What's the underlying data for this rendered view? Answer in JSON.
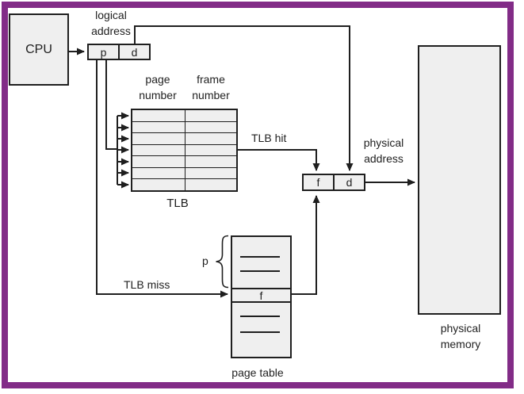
{
  "figure": {
    "name": "paging hardware with TLB",
    "colors": {
      "frame": "#822c87",
      "line": "#1f1f1f",
      "box_fill": "#efefef",
      "background": "#ffffff"
    },
    "cpu_label": "CPU",
    "logical_address_label": "logical\naddress",
    "logical_address_fields": {
      "p": "p",
      "d": "d"
    },
    "tlb": {
      "label": "TLB",
      "page_header": "page\nnumber",
      "frame_header": "frame\nnumber",
      "rows": 7
    },
    "tlb_hit_label": "TLB hit",
    "tlb_miss_label": "TLB miss",
    "physical_address_label": "physical\naddress",
    "physical_address_fields": {
      "f": "f",
      "d": "d"
    },
    "page_table": {
      "label": "page table",
      "entry_value": "f",
      "offset_label": "p"
    },
    "physical_memory_label": "physical\nmemory"
  }
}
